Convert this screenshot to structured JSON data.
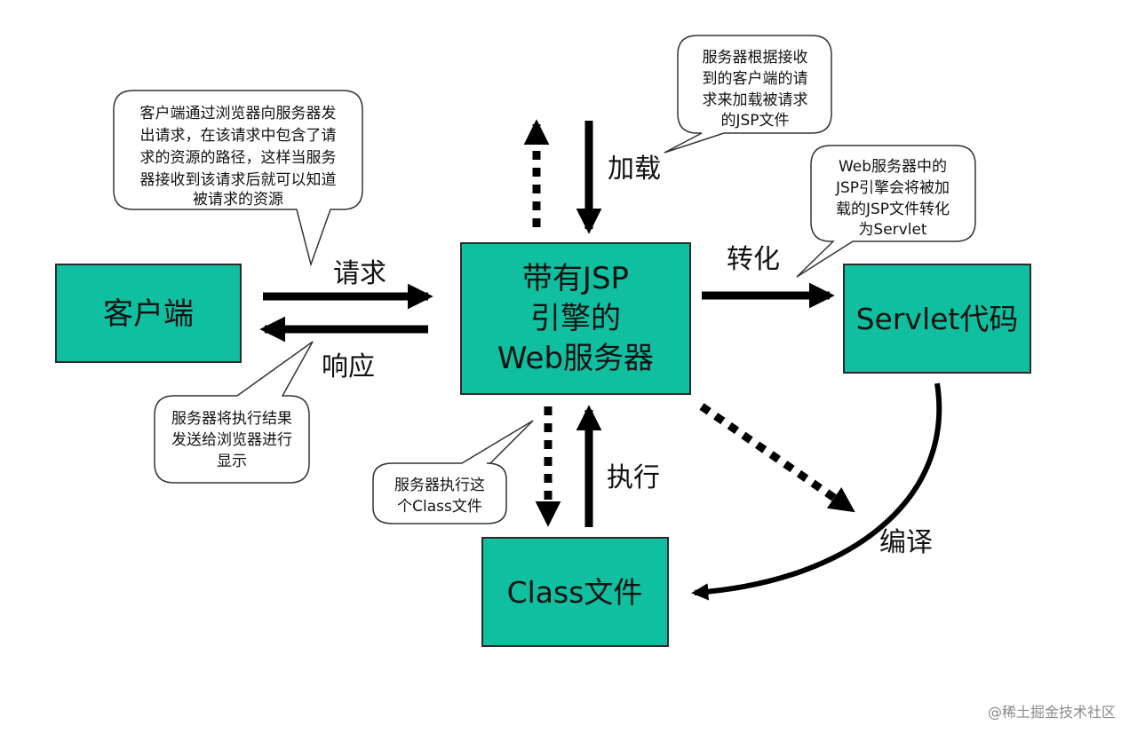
{
  "colors": {
    "box_fill": "#0fbf9f",
    "box_stroke": "#2b2b2b",
    "arrow": "#000000",
    "callout_fill": "#ffffff",
    "callout_stroke": "#333333"
  },
  "nodes": {
    "client": "客户端",
    "web_server": [
      "带有JSP",
      "引擎的",
      "Web服务器"
    ],
    "servlet": "Servlet代码",
    "class_file": "Class文件"
  },
  "edges": {
    "request": "请求",
    "response": "响应",
    "load": "加载",
    "convert": "转化",
    "execute": "执行",
    "compile": "编译"
  },
  "callouts": {
    "client_request": [
      "客户端通过浏览器向服务器发",
      "出请求，在该请求中包含了请",
      "求的资源的路径，这样当服务",
      "器接收到该请求后就可以知道",
      "被请求的资源"
    ],
    "server_load": [
      "服务器根据接收",
      "到的客户端的请",
      "求来加载被请求",
      "的JSP文件"
    ],
    "jsp_engine": [
      "Web服务器中的",
      "JSP引擎会将被加",
      "载的JSP文件转化",
      "为Servlet"
    ],
    "server_response": [
      "服务器将执行结果",
      "发送给浏览器进行",
      "显示"
    ],
    "server_execute": [
      "服务器执行这",
      "个Class文件"
    ]
  },
  "watermark": "@稀土掘金技术社区"
}
